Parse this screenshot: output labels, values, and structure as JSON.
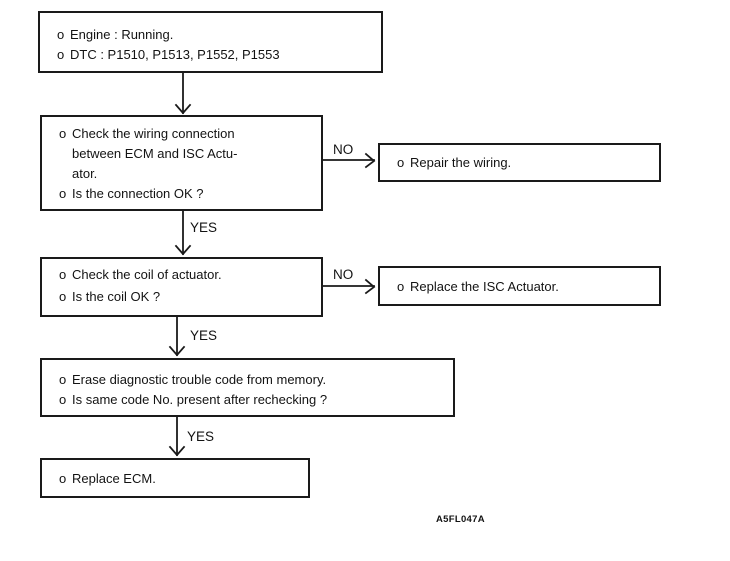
{
  "bullet_marker": "o",
  "figure_code": "A5FL047A",
  "labels": {
    "yes": "YES",
    "no": "NO"
  },
  "boxes": {
    "start": {
      "items": [
        "Engine : Running.",
        "DTC : P1510, P1513, P1552, P1553"
      ]
    },
    "check_wiring": {
      "items": [
        "Check the wiring connection\nbetween ECM and ISC Actu-\nator.",
        "Is the connection OK ?"
      ]
    },
    "repair_wiring": {
      "items": [
        "Repair the wiring."
      ]
    },
    "check_coil": {
      "items": [
        "Check the coil of actuator.",
        "Is the coil OK ?"
      ]
    },
    "replace_isc": {
      "items": [
        "Replace the ISC Actuator."
      ]
    },
    "erase_code": {
      "items": [
        "Erase diagnostic trouble code from memory.",
        "Is same code No. present after rechecking ?"
      ]
    },
    "replace_ecm": {
      "items": [
        "Replace ECM."
      ]
    }
  }
}
